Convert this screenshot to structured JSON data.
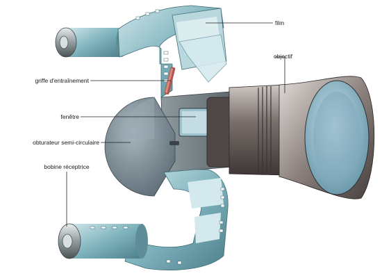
{
  "labels": {
    "film": "film",
    "objectif": "objectif",
    "griffe": "griffe d'entraînement",
    "fenetre": "fenêtre",
    "obturateur": "obturateur semi-circulaire",
    "bobine": "bobine réceptrice"
  },
  "colors": {
    "film": "#7fb3bd",
    "film_dark": "#4c7f8a",
    "film_light": "#cfe6ea",
    "shutter": "#7c8a93",
    "lens_body": "#6b6260",
    "lens_glass": "#8fb6c8"
  }
}
